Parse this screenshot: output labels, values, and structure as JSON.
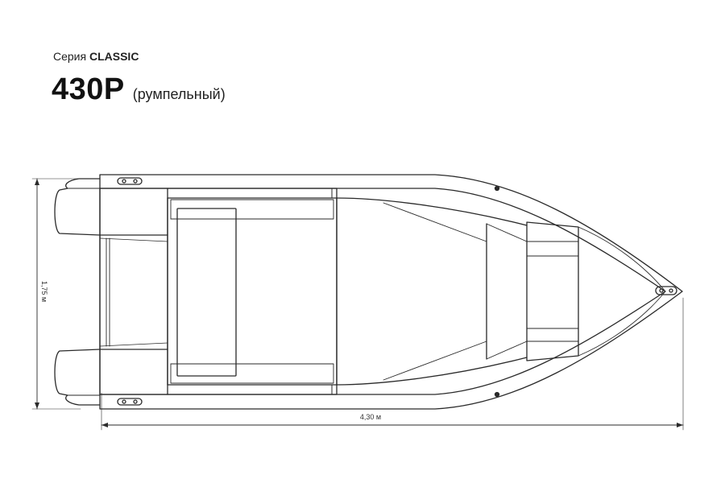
{
  "header": {
    "series_prefix": "Серия",
    "series_name": "CLASSIC",
    "model": "430P",
    "variant": "(румпельный)"
  },
  "dimensions": {
    "width_label": "1,75 м",
    "length_label": "4,30 м"
  },
  "colors": {
    "line": "#2a2a2a",
    "background": "#ffffff"
  }
}
